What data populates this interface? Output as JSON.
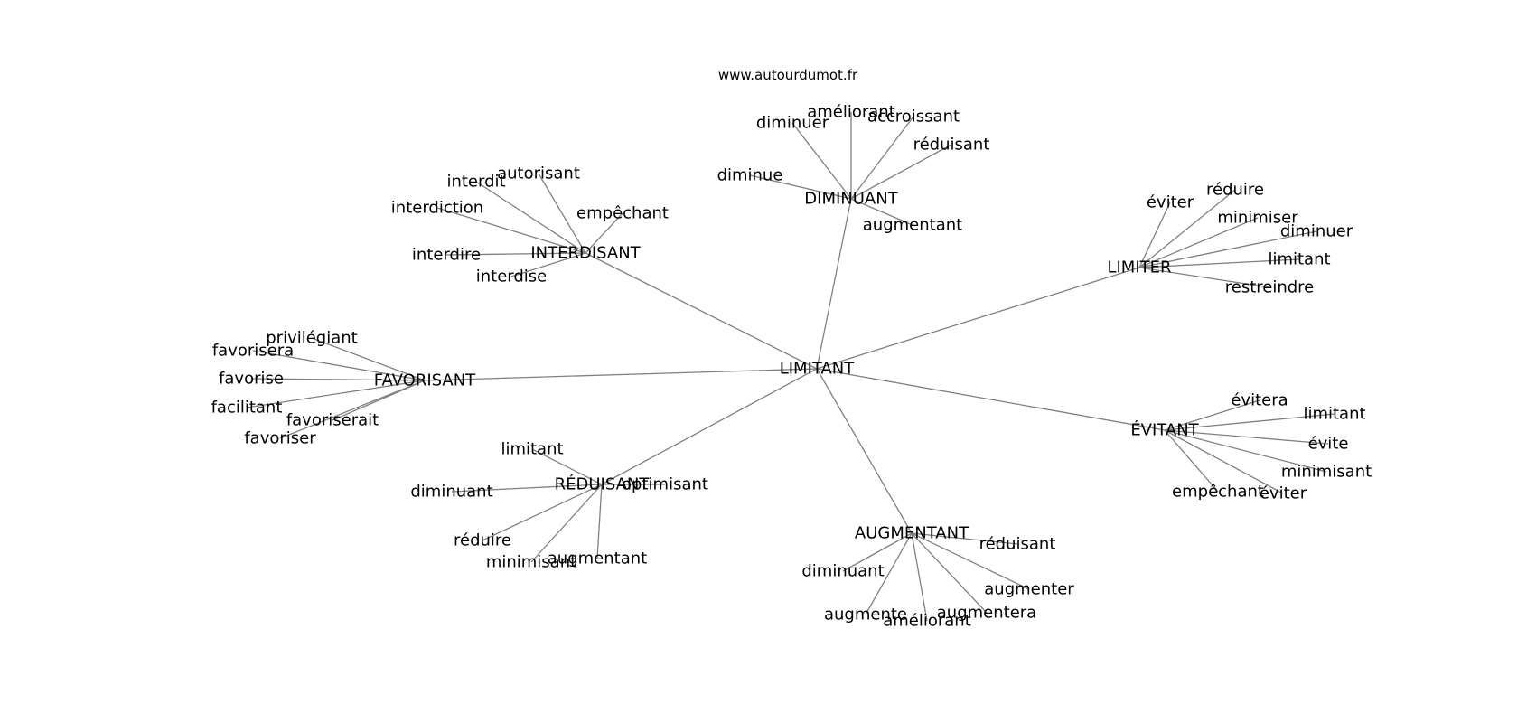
{
  "source": "www.autourdumot.fr",
  "center": "LIMITANT",
  "edge_color": "#808080",
  "hubs": [
    {
      "label": "DIMINUANT",
      "leaves": [
        "diminuer",
        "améliorant",
        "accroissant",
        "réduisant",
        "diminue",
        "augmentant"
      ]
    },
    {
      "label": "INTERDISANT",
      "leaves": [
        "autorisant",
        "interdit",
        "interdiction",
        "empêchant",
        "interdire",
        "interdise"
      ]
    },
    {
      "label": "LIMITER",
      "leaves": [
        "éviter",
        "réduire",
        "minimiser",
        "diminuer",
        "limitant",
        "restreindre"
      ]
    },
    {
      "label": "FAVORISANT",
      "leaves": [
        "privilégiant",
        "favorisera",
        "favorise",
        "facilitant",
        "favoriserait",
        "favoriser"
      ]
    },
    {
      "label": "ÉVITANT",
      "leaves": [
        "évitera",
        "limitant",
        "évite",
        "minimisant",
        "empêchant",
        "éviter"
      ]
    },
    {
      "label": "RÉDUISANT",
      "leaves": [
        "limitant",
        "diminuant",
        "optimisant",
        "réduire",
        "minimisant",
        "augmentant"
      ]
    },
    {
      "label": "AUGMENTANT",
      "leaves": [
        "réduisant",
        "diminuant",
        "augmenter",
        "augmente",
        "améliorant",
        "augmentera"
      ]
    }
  ]
}
